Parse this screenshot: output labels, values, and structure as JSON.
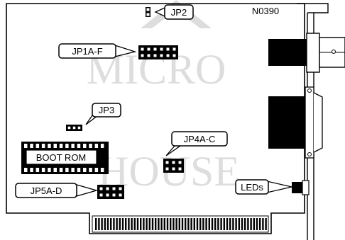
{
  "figure_id": "N0390",
  "watermark": {
    "line1": "MICRO",
    "line2": "HOUSE"
  },
  "callouts": {
    "jp2": "JP2",
    "jp1": "JP1A-F",
    "jp3": "JP3",
    "jp4": "JP4A-C",
    "jp5": "JP5A-D",
    "boot_rom": "BOOT ROM",
    "leds": "LEDs"
  },
  "jumper_pins": {
    "jp1": 6,
    "jp3": 3,
    "jp4": 3,
    "jp5": 4
  }
}
